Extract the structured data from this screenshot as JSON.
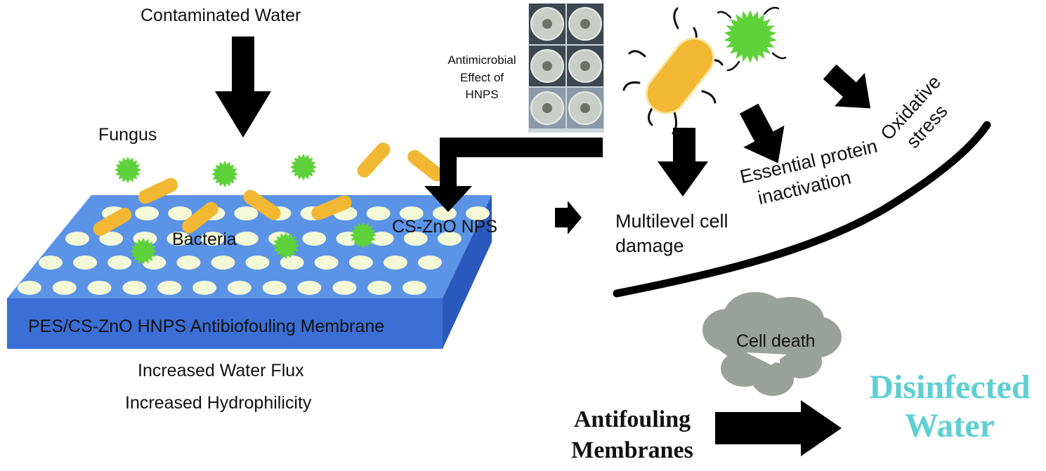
{
  "colors": {
    "membrane_top": "#5b93e6",
    "membrane_front": "#3b6fd6",
    "membrane_side": "#2b58bd",
    "pore": "#f3f8d6",
    "bacteria": "#f2b733",
    "fungus": "#5fd13a",
    "cell_death": "#9aa09a",
    "arrow": "#000000",
    "disinfected_water": "#5ecfd3"
  },
  "icons": [
    "down-arrow-icon",
    "elbow-arrow-icon",
    "right-arrow-icon",
    "petri-dish-photo",
    "rod-bacterium-icon",
    "spiky-fungus-icon",
    "cloud-cell-icon"
  ],
  "labels": {
    "contaminated_water": "Contaminated Water",
    "fungus": "Fungus",
    "bacteria": "Bacteria",
    "cs_zno": "CS-ZnO NPS",
    "membrane_label": "PES/CS-ZnO HNPS  Antibiofouling Membrane",
    "increased_flux": "Increased Water Flux",
    "increased_hydro": "Increased Hydrophilicity",
    "antimicrobial": [
      "Antimicrobial",
      "Effect of",
      "HNPS"
    ],
    "multilevel": [
      "Multilevel cell",
      "damage"
    ],
    "essential": [
      "Essential protein",
      "inactivation"
    ],
    "oxidative": [
      "Oxidative",
      "stress"
    ],
    "cell_death": "Cell death",
    "antifouling": [
      "Antifouling",
      "Membranes"
    ],
    "disinfected": [
      "Disinfected",
      "Water"
    ]
  }
}
